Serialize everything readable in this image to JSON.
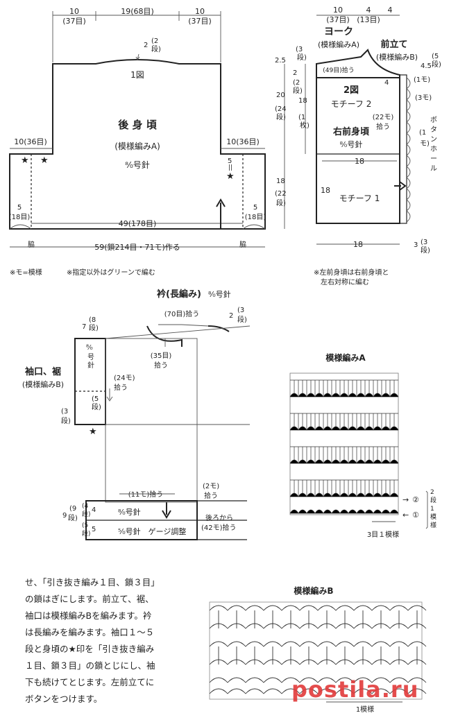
{
  "back": {
    "top_dims": [
      "10",
      "(37目)",
      "19(68目)",
      "10",
      "(37目)"
    ],
    "neck": [
      "2",
      "(2",
      "段)"
    ],
    "fig": "1図",
    "title": "後 身 頃",
    "pattern": "(模様編みA)",
    "hook": "⁸⁄₀号針",
    "left_side": "10(36目)",
    "right_side": "10(36目)",
    "left_low": [
      "5",
      "(18目)"
    ],
    "right_low": [
      "5",
      "(18目)"
    ],
    "mark5": "5",
    "width": "49(178目)",
    "total": "59(鎖214目・71モ)作る",
    "waki": "脇",
    "note1": "※モ=模様",
    "note2": "※指定以外はグリーンで編む"
  },
  "front": {
    "top_dims": [
      "10",
      "(37目)",
      "4",
      "(13目)",
      "4"
    ],
    "yoke": "ヨーク",
    "yoke_pat": "(模様編みA)",
    "placket": "前立て",
    "placket_pat": "(模様編みB)",
    "pick49": "(49目)拾う",
    "d45": [
      "4.5",
      "(5",
      "段)"
    ],
    "d4": "4",
    "d1mo": "(1モ)",
    "d3mo": "(3モ)",
    "d25": "2.5",
    "d3dan": [
      "(3",
      "段)"
    ],
    "d2": [
      "2",
      "(2",
      "段)"
    ],
    "fig2": "2図",
    "motif2": "モチーフ 2",
    "pick22": "(22モ)",
    "pick22b": "拾う",
    "d20": [
      "20",
      "(24",
      "段)"
    ],
    "d18a": [
      "18",
      "(1",
      "枚)"
    ],
    "button": [
      "ボ",
      "タ",
      "ン",
      "ホ",
      "ー",
      "ル"
    ],
    "btn_mo": [
      "(1",
      "モ)"
    ],
    "right_front": "右前身頃",
    "hook": "⁸⁄₀号針",
    "d18b": "18",
    "d18c": [
      "18",
      "(22",
      "段)"
    ],
    "d18d": "18",
    "motif1": "モチーフ 1",
    "d18e": "18",
    "d3": [
      "3",
      "(3",
      "段)"
    ],
    "note": [
      "※左前身頃は右前身頃と",
      "左右対称に編む"
    ]
  },
  "collar": {
    "title": "衿(長編み)",
    "hook": "⁸⁄₀号針",
    "pick70": "(70目)拾う",
    "d2": [
      "2",
      "(3",
      "段)"
    ],
    "d7": [
      "7",
      "(8",
      "段)"
    ],
    "hook2": [
      "⁸⁄₀",
      "号",
      "針"
    ],
    "pick35": [
      "(35目)",
      "拾う"
    ],
    "pick24": [
      "(24モ)",
      "拾う"
    ],
    "d5": [
      "(5",
      "段)"
    ],
    "cuff": "袖口、裾",
    "cuff_pat": "(模様編みB)",
    "d3": [
      "(3",
      "段)"
    ],
    "pick11": "(11モ)拾う",
    "pick2": [
      "(2モ)",
      "拾う"
    ],
    "d9": [
      "9",
      "(9",
      "段)"
    ],
    "d4": [
      "4",
      "(4",
      "段)"
    ],
    "d5b": [
      "5",
      "(5",
      "段)"
    ],
    "hook3": "⁸⁄₀号針",
    "hook4": "⁵⁄₀号針　ゲージ調整",
    "from_back": [
      "後ろから",
      "(42モ)拾う"
    ]
  },
  "patternA": {
    "title": "模様編みA",
    "row2": "②",
    "row1": "①",
    "side": [
      "2",
      "段",
      "1",
      "模",
      "様"
    ],
    "repeat": "3目１模様"
  },
  "patternB": {
    "title": "模様編みB",
    "repeat": "1模様"
  },
  "instructions": [
    "せ、「引き抜き編み１目、鎖３目」",
    "の鎖はぎにします。前立て、裾、",
    "袖口は模様編みBを編みます。衿",
    "は長編みを編みます。袖口１～５",
    "段と身頃の★印を「引き抜き編み",
    "１目、鎖３目」の鎖とじにし、袖",
    "下も続けてとじます。左前立てに",
    "ボタンをつけます。"
  ],
  "watermark": "postila.ru"
}
